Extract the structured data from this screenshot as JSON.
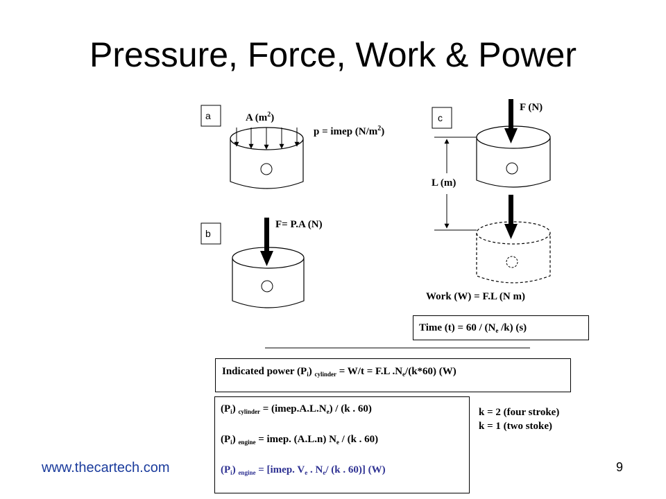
{
  "slide": {
    "title": "Pressure, Force, Work & Power",
    "website": "www.thecartech.com",
    "page_number": "9"
  },
  "diagram": {
    "labels": {
      "a": "a",
      "b": "b",
      "c": "c",
      "area_main": "A  (m",
      "area_sup": "2",
      "area_close": ")",
      "pressure_main": "p = imep  (N/m",
      "pressure_sup": "2",
      "pressure_close": ")",
      "force_pa": "F= P.A  (N)",
      "force": "F (N)",
      "length": "L (m)",
      "work": "Work (W) = F.L  (N m)"
    },
    "time_box": {
      "p1": "Time (t) = 60 / (N",
      "sub": "e",
      "p2": " /k)   (s)"
    },
    "power_box": {
      "p1": "Indicated power (P",
      "s1": "i",
      "p2": ")",
      "s2": "cylinder",
      "p3": " = W/t = F.L .N",
      "s3": "e",
      "p4": "/(k*60)  (W)"
    },
    "formulas": {
      "f1": {
        "p1": "(P",
        "s1": "i",
        "p2": ")",
        "s2": "cylinder",
        "p3": " = (imep.A.L.N",
        "s3": "e",
        "p4": ") / (k . 60)"
      },
      "f2": {
        "p1": "(P",
        "s1": "i",
        "p2": ")",
        "s2": "engine",
        "p3": " = imep. (A.L.n) N",
        "s3": "e",
        "p4": " / (k . 60)"
      },
      "f3": {
        "p1": "(P",
        "s1": "i",
        "p2": ")",
        "s2": "engine",
        "p3": " = [imep. V",
        "s3": "e",
        "p4": " . N",
        "s4": "e",
        "p5": "/ (k . 60)]  (W)"
      }
    },
    "stroke_notes": [
      "k = 2 (four stroke)",
      "k = 1 (two stoke)"
    ],
    "colors": {
      "formula_highlight": "#2e3192",
      "website": "#1a3b9c"
    }
  }
}
